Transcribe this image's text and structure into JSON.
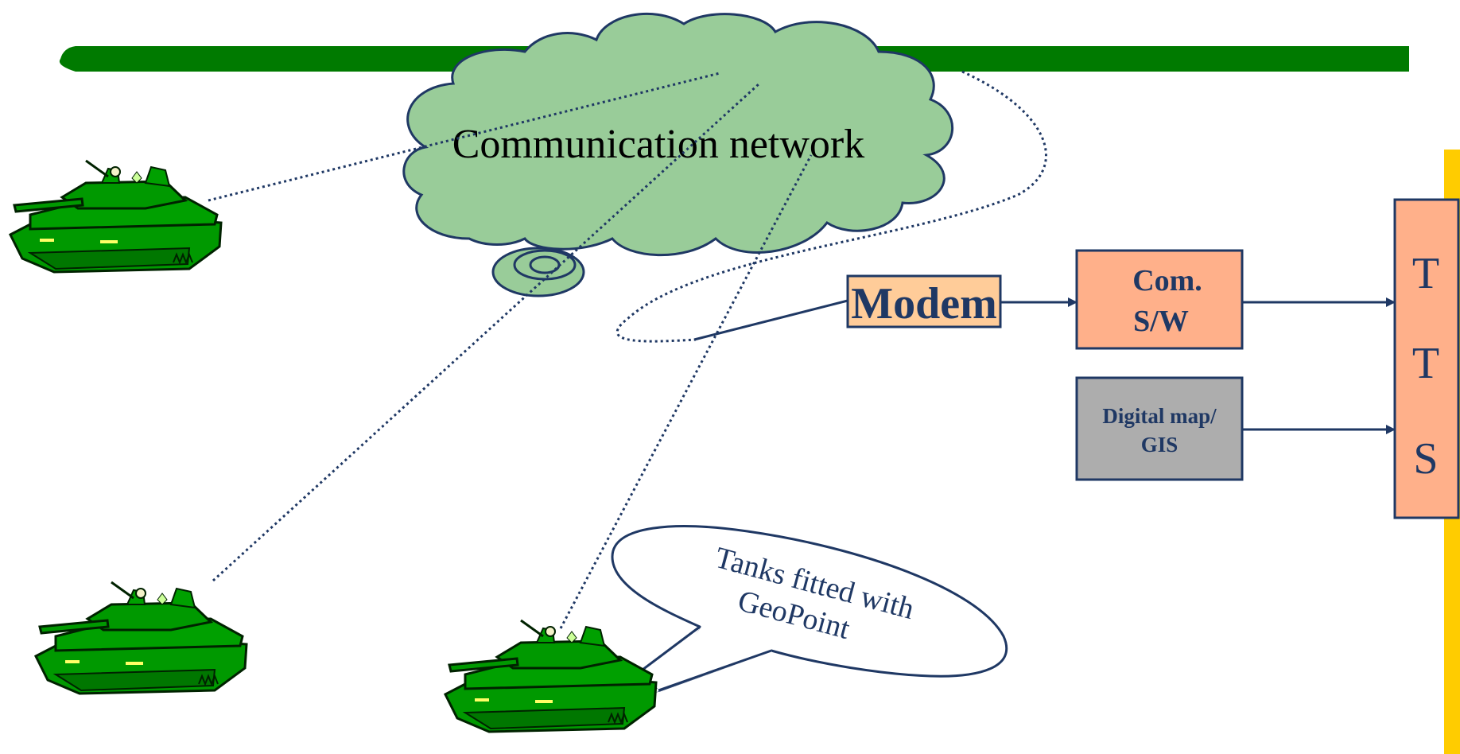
{
  "diagram": {
    "cloud_label": "Communication network",
    "modem_label": "Modem",
    "com_sw_line1": "Com.",
    "com_sw_line2": "S/W",
    "digital_map_line1": "Digital map/",
    "digital_map_line2": "GIS",
    "tts_letters": [
      "T",
      "T",
      "S"
    ],
    "callout_line1": "Tanks fitted with",
    "callout_line2": "GeoPoint"
  },
  "colors": {
    "bar": "#007a00",
    "cloud_fill": "#99cc99",
    "outline": "#1f3864",
    "modem_fill": "#ffcc99",
    "com_fill": "#ffb08a",
    "map_fill": "#adadad",
    "tts_fill": "#ffb08a",
    "accent_strip": "#ffcc00",
    "tank": "#009900"
  }
}
